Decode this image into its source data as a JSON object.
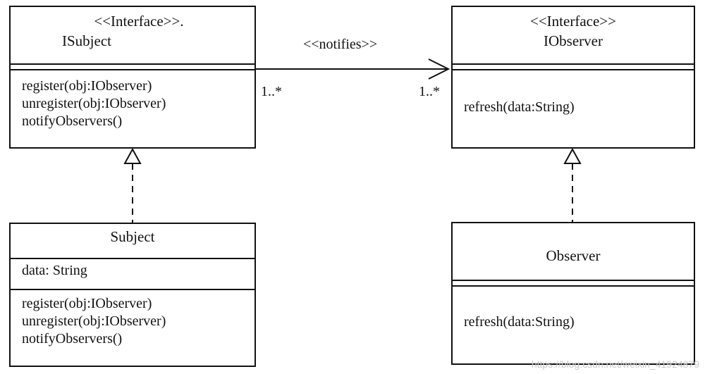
{
  "isubject": {
    "stereotype": "<<Interface>>.",
    "name": "ISubject",
    "methods": [
      "register(obj:IObserver)",
      "unregister(obj:IObserver)",
      "notifyObservers()"
    ]
  },
  "iobserver": {
    "stereotype": "<<Interface>>",
    "name": "IObserver",
    "methods": [
      "refresh(data:String)"
    ]
  },
  "subject": {
    "name": "Subject",
    "attributes": [
      "data: String"
    ],
    "methods": [
      "register(obj:IObserver)",
      "unregister(obj:IObserver)",
      "notifyObservers()"
    ]
  },
  "observer": {
    "name": "Observer",
    "methods": [
      "refresh(data:String)"
    ]
  },
  "association": {
    "label": "<<notifies>>",
    "source_multiplicity": "1..*",
    "target_multiplicity": "1..*"
  },
  "watermark": "https://blog.csdn.net/weixin_41924879"
}
